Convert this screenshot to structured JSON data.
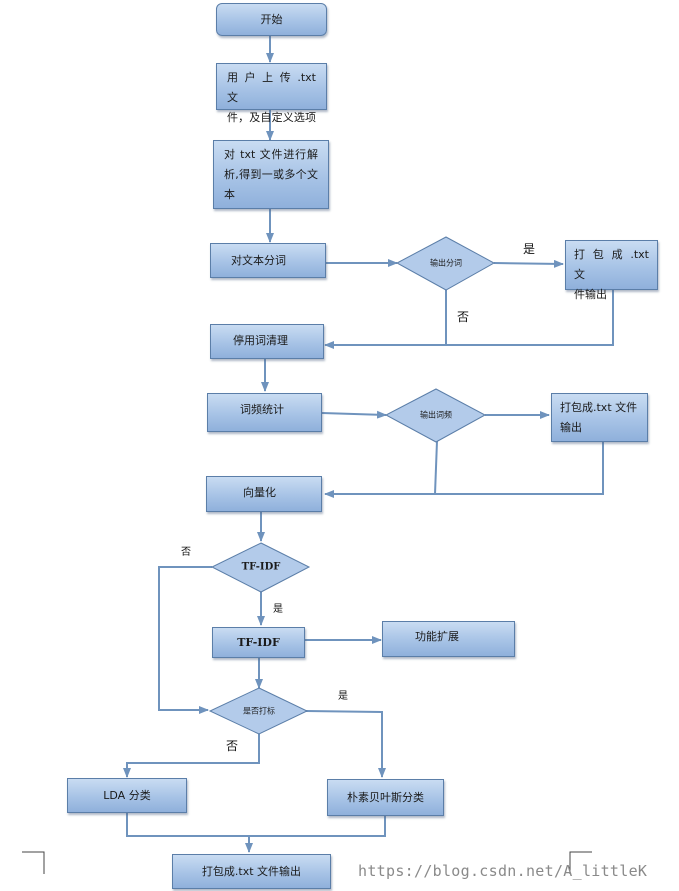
{
  "nodes": {
    "start": "开始",
    "upload_line1": "用 户 上 传 .txt 文",
    "upload_line2": "件，及自定义选项",
    "parse_line1": "对 txt 文件进行解",
    "parse_line2": "析,得到一或多个文",
    "parse_line3": "本",
    "segment": "对文本分词",
    "output_seg": "输出分词",
    "pack1_line1": "打 包 成 .txt 文",
    "pack1_line2": "件输出",
    "stopword": "停用词清理",
    "freq": "词频统计",
    "output_freq": "输出词频",
    "pack2_line1": "打包成.txt 文件",
    "pack2_line2": "输出",
    "vectorize": "向量化",
    "tfidf_decision": "TF-IDF",
    "tfidf_process": "TF-IDF",
    "extend": "功能扩展",
    "label_decision": "是否打标",
    "lda": "LDA 分类",
    "bayes": "朴素贝叶斯分类",
    "final_output": "打包成.txt 文件输出"
  },
  "labels": {
    "yes_1": "是",
    "no_1": "否",
    "no_2": "否",
    "yes_2": "是",
    "yes_3": "是",
    "no_3": "否"
  },
  "watermark": "https://blog.csdn.net/A_littleK",
  "colors": {
    "box_fill_top": "#c9dcf2",
    "box_fill_bottom": "#8fb0db",
    "box_border": "#5b7ea8",
    "connector": "#6f93bd"
  }
}
